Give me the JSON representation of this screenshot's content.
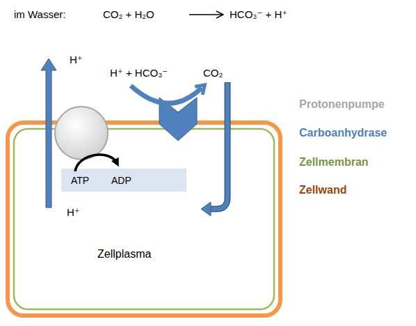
{
  "diagram": {
    "nodes": [
      {
        "text": [
          "Zellplasma"
        ]
      },
      {
        "text": [
          "ATP",
          "ADP"
        ],
        "in": 0
      }
    ],
    "labels": [
      "im Wasser:",
      "CO₂ + H₂O",
      "HCO₃⁻ + H⁺",
      "H⁺",
      "H⁺ + HCO₃⁻",
      "CO₂",
      "H⁺"
    ],
    "legend": [
      {
        "text": "Protonenpumpe",
        "color": "#a6a6a6"
      },
      {
        "text": "Carboanhydrase",
        "color": "#4f81bd"
      },
      {
        "text": "Zellmembran",
        "color": "#77933c"
      },
      {
        "text": "Zellwand",
        "color": "#984807"
      }
    ]
  }
}
